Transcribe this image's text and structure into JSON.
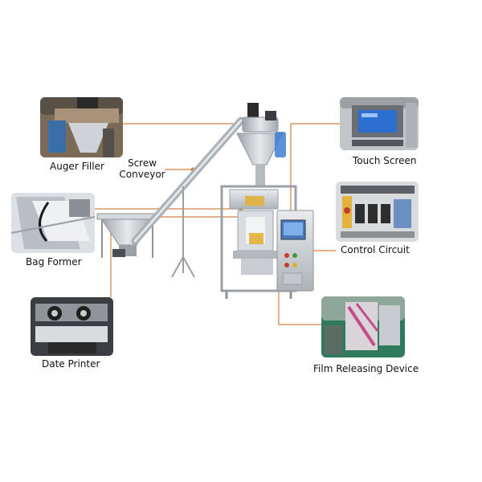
{
  "labels": {
    "auger_filler": "Auger Filler",
    "screw_conveyor_line1": "Screw",
    "screw_conveyor_line2": "Conveyor",
    "bag_former": "Bag Former",
    "date_printer": "Date Printer",
    "touch_screen": "Touch Screen",
    "control_circuit": "Control Circuit",
    "film_releasing_device": "Film Releasing Device"
  },
  "colors": {
    "callout_line": "#d4813a",
    "label_text": "#111111",
    "machine_steel": "#c9ccd0",
    "panel_blue": "#4a78b8"
  }
}
